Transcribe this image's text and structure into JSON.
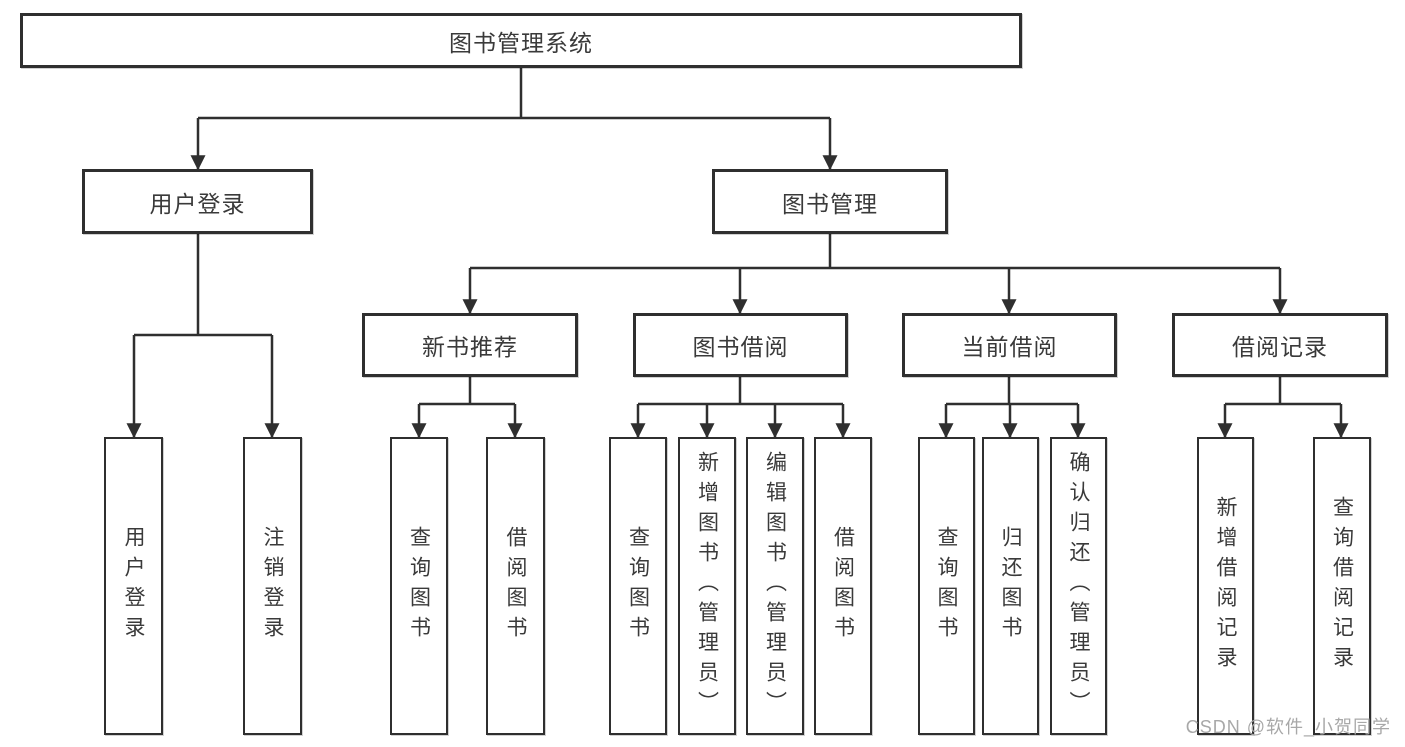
{
  "nodes": {
    "root": "图书管理系统",
    "l2": [
      "用户登录",
      "图书管理"
    ],
    "l3": [
      "新书推荐",
      "图书借阅",
      "当前借阅",
      "借阅记录"
    ],
    "leaf": [
      "用户登录",
      "注销登录",
      "查询图书",
      "借阅图书",
      "查询图书",
      "新增图书（管理员）",
      "编辑图书（管理员）",
      "借阅图书",
      "查询图书",
      "归还图书",
      "确认归还（管理员）",
      "新增借阅记录",
      "查询借阅记录"
    ]
  },
  "watermark": "CSDN @软件_小贺同学",
  "colors": {
    "line": "#2f2f2f",
    "text": "#3a3a3a",
    "watermark": "#a8a8a8",
    "background": "#ffffff"
  }
}
